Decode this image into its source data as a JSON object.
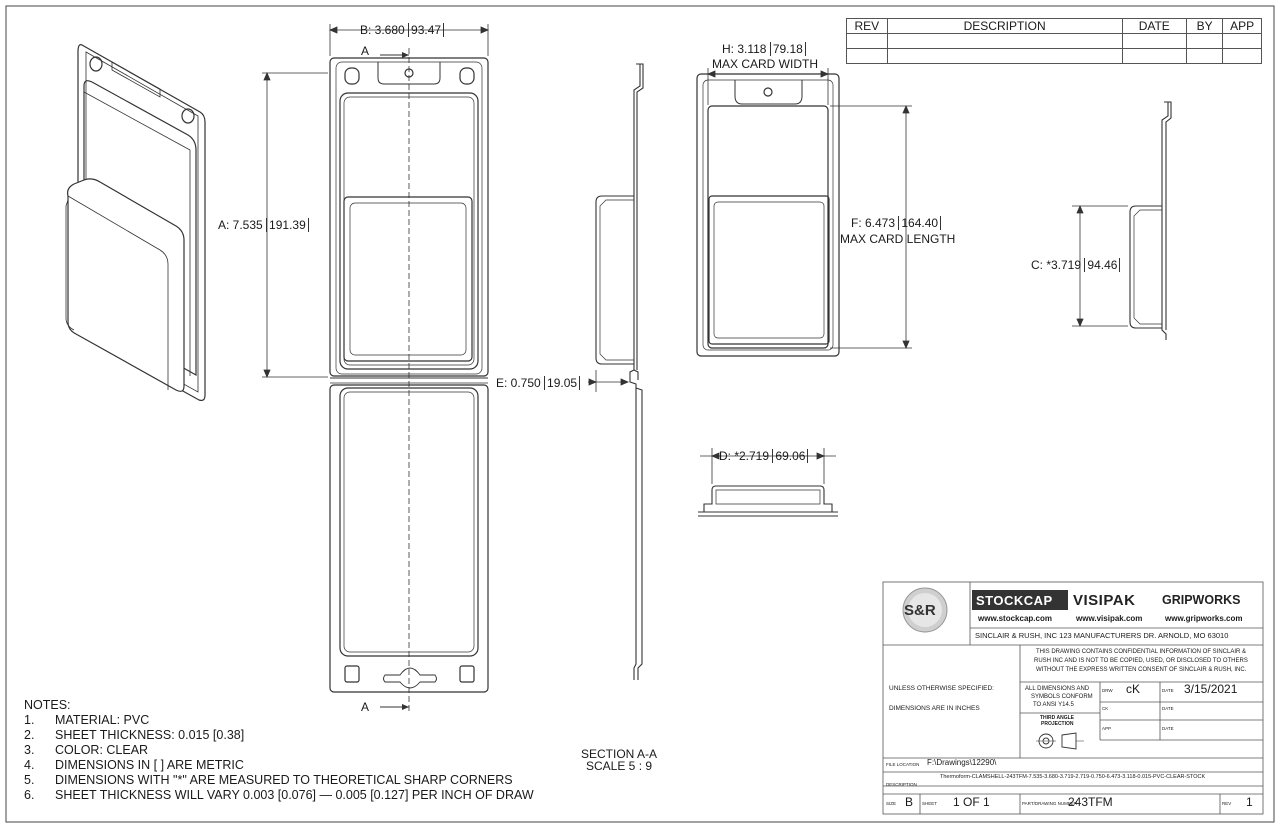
{
  "revision_table": {
    "headers": [
      "REV",
      "DESCRIPTION",
      "DATE",
      "BY",
      "APP"
    ]
  },
  "dimensions": {
    "b": "B: 3.680",
    "b_metric": "93.47",
    "a": "A: 7.535",
    "a_metric": "191.39",
    "h_line1": "H: 3.118",
    "h_metric": "79.18",
    "h_line2": "MAX CARD WIDTH",
    "f_line1": "F: 6.473",
    "f_metric": "164.40",
    "f_line2": "MAX CARD LENGTH",
    "c": "C: *3.719",
    "c_metric": "94.46",
    "e": "E: 0.750",
    "e_metric": "19.05",
    "d": "D: *2.719",
    "d_metric": "69.06",
    "section_marker": "A"
  },
  "section": {
    "title": "SECTION A-A",
    "scale": "SCALE 5 : 9"
  },
  "notes": {
    "title": "NOTES:",
    "items": [
      {
        "num": "1.",
        "text": "MATERIAL: PVC"
      },
      {
        "num": "2.",
        "text": "SHEET THICKNESS: 0.015 [0.38]"
      },
      {
        "num": "3.",
        "text": "COLOR: CLEAR"
      },
      {
        "num": "4.",
        "text": "DIMENSIONS IN [ ] ARE METRIC"
      },
      {
        "num": "5.",
        "text": "DIMENSIONS WITH \"*\" ARE MEASURED TO THEORETICAL SHARP CORNERS"
      },
      {
        "num": "6.",
        "text": "SHEET THICKNESS WILL VARY 0.003 [0.076] — 0.005 [0.127] PER INCH OF DRAW"
      }
    ]
  },
  "title_block": {
    "logo_text": "S&R",
    "brand_stockcap": "STOCKCAP",
    "brand_visipak": "VISIPAK",
    "brand_gripworks": "GRIPWORKS",
    "url_stockcap": "www.stockcap.com",
    "url_visipak": "www.visipak.com",
    "url_gripworks": "www.gripworks.com",
    "company_line": "SINCLAIR & RUSH, INC 123 MANUFACTURERS DR. ARNOLD, MO 63010",
    "confidential_1": "THIS DRAWING CONTAINS CONFIDENTIAL INFORMATION OF SINCLAIR &",
    "confidential_2": "RUSH INC AND IS NOT TO BE COPIED, USED, OR DISCLOSED TO OTHERS",
    "confidential_3": "WITHOUT THE EXPRESS WRITTEN CONSENT OF SINCLAIR & RUSH, INC.",
    "unless_specified": "UNLESS OTHERWISE SPECIFIED:",
    "dims_in_inches": "DIMENSIONS ARE IN INCHES",
    "conform_1": "ALL DIMENSIONS AND",
    "conform_2": "SYMBOLS CONFORM",
    "conform_3": "TO ANSI Y14.5",
    "third_angle_1": "THIRD ANGLE",
    "third_angle_2": "PROJECTION",
    "drawn_label": "DRW",
    "drawn_value": "cK",
    "date_label": "DATE",
    "date_value": "3/15/2021",
    "ck_label": "CK",
    "app_label": "APP",
    "file_location_label": "FILE LOCATION",
    "file_location_value": "F:\\Drawings\\12290\\",
    "description_label": "DESCRIPTION",
    "description_value": "Thermoform-CLAMSHELL-243TFM-7.535-3.680-3.719-2.719-0.750-6.473-3.118-0.015-PVC-CLEAR-STOCK",
    "size_label": "SIZE",
    "size_value": "B",
    "sheet_label": "SHEET",
    "sheet_value": "1 OF 1",
    "part_label": "PART/DRAWING NUMBER",
    "part_value": "243TFM",
    "rev_label": "REV",
    "rev_value": "1"
  }
}
